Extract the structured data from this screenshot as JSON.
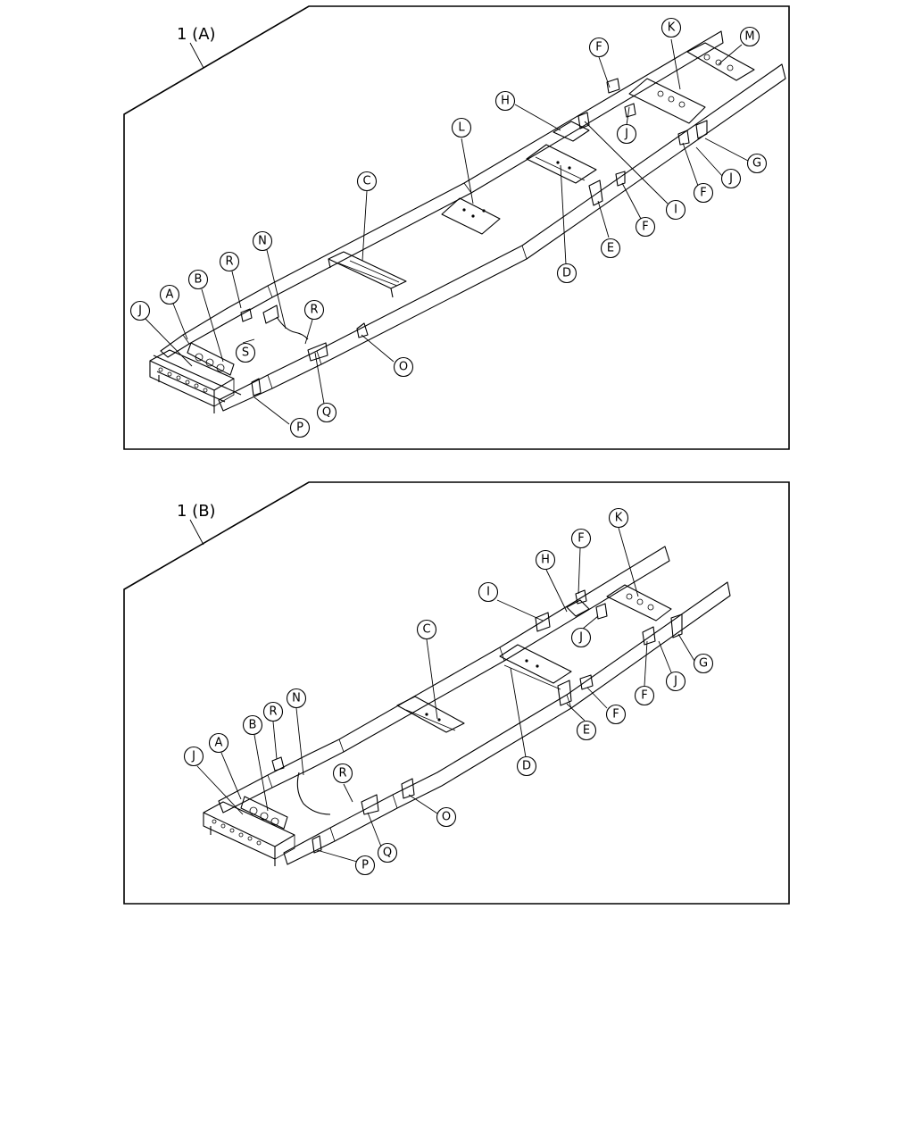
{
  "panels": [
    {
      "title": "1 (A)",
      "callouts": [
        {
          "letter": "F"
        },
        {
          "letter": "K"
        },
        {
          "letter": "M"
        },
        {
          "letter": "H"
        },
        {
          "letter": "L"
        },
        {
          "letter": "J"
        },
        {
          "letter": "G"
        },
        {
          "letter": "J"
        },
        {
          "letter": "F"
        },
        {
          "letter": "I"
        },
        {
          "letter": "F"
        },
        {
          "letter": "E"
        },
        {
          "letter": "D"
        },
        {
          "letter": "C"
        },
        {
          "letter": "N"
        },
        {
          "letter": "R"
        },
        {
          "letter": "B"
        },
        {
          "letter": "A"
        },
        {
          "letter": "J"
        },
        {
          "letter": "R"
        },
        {
          "letter": "S"
        },
        {
          "letter": "O"
        },
        {
          "letter": "Q"
        },
        {
          "letter": "P"
        }
      ]
    },
    {
      "title": "1 (B)",
      "callouts": [
        {
          "letter": "K"
        },
        {
          "letter": "F"
        },
        {
          "letter": "H"
        },
        {
          "letter": "I"
        },
        {
          "letter": "J"
        },
        {
          "letter": "G"
        },
        {
          "letter": "J"
        },
        {
          "letter": "F"
        },
        {
          "letter": "F"
        },
        {
          "letter": "E"
        },
        {
          "letter": "C"
        },
        {
          "letter": "D"
        },
        {
          "letter": "N"
        },
        {
          "letter": "R"
        },
        {
          "letter": "B"
        },
        {
          "letter": "A"
        },
        {
          "letter": "J"
        },
        {
          "letter": "R"
        },
        {
          "letter": "O"
        },
        {
          "letter": "Q"
        },
        {
          "letter": "P"
        }
      ]
    }
  ]
}
